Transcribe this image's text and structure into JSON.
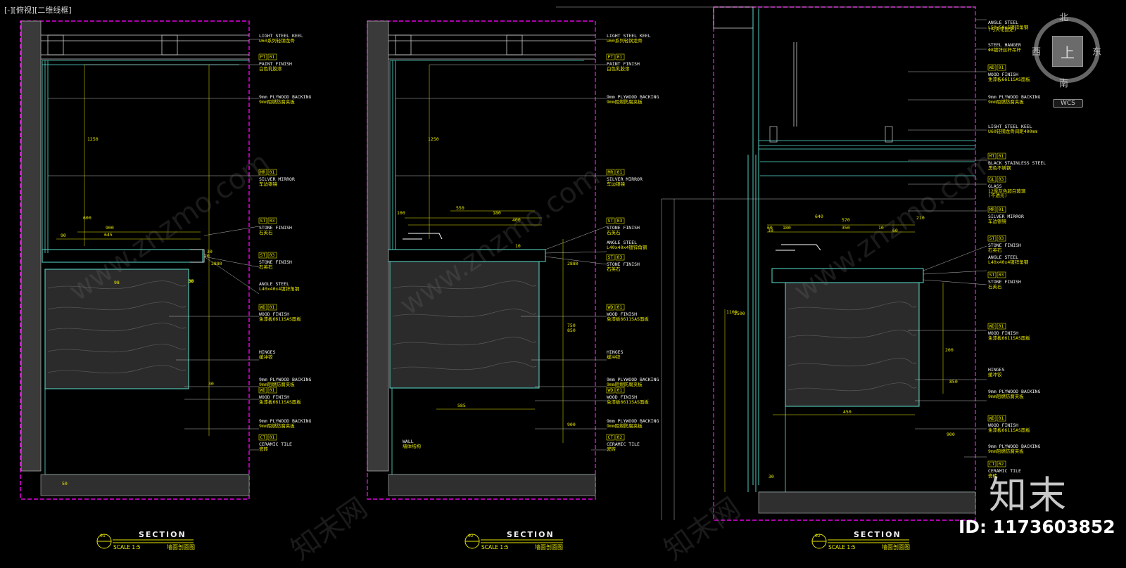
{
  "view_label": "[-][俯视][二维线框]",
  "compass": {
    "north": "北",
    "south": "南",
    "east": "东",
    "west": "西",
    "top_face": "上",
    "wcs": "WCS"
  },
  "watermark": {
    "brand": "知末",
    "id": "ID: 1173603852",
    "site": "www.znzmo.com",
    "cn": "知末网"
  },
  "sections": [
    {
      "number": "01",
      "title": "SECTION",
      "scale": "SCALE 1:5",
      "subtitle": "墙面剖面图",
      "tags": [
        {
          "code": "",
          "num": "",
          "en": "LIGHT STEEL KEEL",
          "cn": "U60系列轻钢龙骨"
        },
        {
          "code": "PT",
          "num": "01",
          "en": "PAINT FINISH",
          "cn": "白色乳胶漆"
        },
        {
          "code": "",
          "num": "",
          "en": "9mm PLYWOOD BACKING",
          "cn": "9mm阻燃防腐夹板"
        },
        {
          "code": "MR",
          "num": "01",
          "en": "SILVER MIRROR",
          "cn": "车边银镜"
        },
        {
          "code": "ST",
          "num": "03",
          "en": "STONE FINISH",
          "cn": "石英石"
        },
        {
          "code": "ST",
          "num": "03",
          "en": "STONE FINISH",
          "cn": "石英石"
        },
        {
          "code": "",
          "num": "",
          "en": "ANGLE STEEL",
          "cn": "L40x40x4镀锌角钢"
        },
        {
          "code": "WD",
          "num": "01",
          "en": "WOOD FINISH",
          "cn": "免漆板6611SAS面板"
        },
        {
          "code": "",
          "num": "",
          "en": "HINGES",
          "cn": "缓冲铰"
        },
        {
          "code": "",
          "num": "",
          "en": "9mm PLYWOOD BACKING",
          "cn": "9mm阻燃防腐夹板"
        },
        {
          "code": "WD",
          "num": "01",
          "en": "WOOD FINISH",
          "cn": "免漆板6611SAS面板"
        },
        {
          "code": "",
          "num": "",
          "en": "9mm PLYWOOD BACKING",
          "cn": "9mm阻燃防腐夹板"
        },
        {
          "code": "CT",
          "num": "01",
          "en": "CERAMIC TILE",
          "cn": "瓷砖"
        }
      ]
    },
    {
      "number": "02",
      "title": "SECTION",
      "scale": "SCALE 1:5",
      "subtitle": "墙面剖面图",
      "tags": [
        {
          "code": "",
          "num": "",
          "en": "LIGHT STEEL KEEL",
          "cn": "U60系列轻钢龙骨"
        },
        {
          "code": "PT",
          "num": "01",
          "en": "PAINT FINISH",
          "cn": "白色乳胶漆"
        },
        {
          "code": "",
          "num": "",
          "en": "9mm PLYWOOD BACKING",
          "cn": "9mm阻燃防腐夹板"
        },
        {
          "code": "MR",
          "num": "01",
          "en": "SILVER MIRROR",
          "cn": "车边银镜"
        },
        {
          "code": "ST",
          "num": "03",
          "en": "STONE FINISH",
          "cn": "石英石"
        },
        {
          "code": "",
          "num": "",
          "en": "ANGLE STEEL",
          "cn": "L40x40x4镀锌角钢"
        },
        {
          "code": "ST",
          "num": "03",
          "en": "STONE FINISH",
          "cn": "石英石"
        },
        {
          "code": "WD",
          "num": "01",
          "en": "WOOD FINISH",
          "cn": "免漆板6611SAS面板"
        },
        {
          "code": "",
          "num": "",
          "en": "HINGES",
          "cn": "缓冲铰"
        },
        {
          "code": "",
          "num": "",
          "en": "9mm PLYWOOD BACKING",
          "cn": "9mm阻燃防腐夹板"
        },
        {
          "code": "WD",
          "num": "01",
          "en": "WOOD FINISH",
          "cn": "免漆板6611SAS面板"
        },
        {
          "code": "",
          "num": "",
          "en": "9mm PLYWOOD BACKING",
          "cn": "9mm阻燃防腐夹板"
        },
        {
          "code": "CT",
          "num": "02",
          "en": "CERAMIC TILE",
          "cn": "瓷砖"
        }
      ],
      "notes": [
        {
          "en": "WALL",
          "cn": "墙体结构"
        }
      ]
    },
    {
      "number": "02",
      "title": "SECTION",
      "scale": "SCALE 1:5",
      "subtitle": "墙面剖面图",
      "tags": [
        {
          "code": "",
          "num": "",
          "en": "ANGLE STEEL",
          "cn": "L50x50x5镀锌角钢"
        },
        {
          "code": "",
          "num": "",
          "en": "",
          "cn": "(与天花固定)"
        },
        {
          "code": "",
          "num": "",
          "en": "STEEL HANGER",
          "cn": "Φ8镀锌丝杆吊杆"
        },
        {
          "code": "WD",
          "num": "01",
          "en": "WOOD FINISH",
          "cn": "免漆板6611SAS面板"
        },
        {
          "code": "",
          "num": "",
          "en": "9mm PLYWOOD BACKING",
          "cn": "9mm阻燃防腐夹板"
        },
        {
          "code": "",
          "num": "",
          "en": "LIGHT STEEL KEEL",
          "cn": "U60轻钢龙骨间距400mm"
        },
        {
          "code": "MT",
          "num": "01",
          "en": "BLACK STAINLESS STEEL",
          "cn": "黑色不锈钢"
        },
        {
          "code": "GL",
          "num": "03",
          "en": "GLASS",
          "cn": "12厚灰色超白玻璃"
        },
        {
          "code": "",
          "num": "",
          "en": "",
          "cn": "(不透光)"
        },
        {
          "code": "MR",
          "num": "01",
          "en": "SILVER MIRROR",
          "cn": "车边银镜"
        },
        {
          "code": "ST",
          "num": "03",
          "en": "STONE FINISH",
          "cn": "石英石"
        },
        {
          "code": "",
          "num": "",
          "en": "ANGLE STEEL",
          "cn": "L40x40x4镀锌角钢"
        },
        {
          "code": "ST",
          "num": "03",
          "en": "STONE FINISH",
          "cn": "石英石"
        },
        {
          "code": "WD",
          "num": "01",
          "en": "WOOD FINISH",
          "cn": "免漆板6611SAS面板"
        },
        {
          "code": "",
          "num": "",
          "en": "HINGES",
          "cn": "缓冲铰"
        },
        {
          "code": "",
          "num": "",
          "en": "9mm PLYWOOD BACKING",
          "cn": "9mm阻燃防腐夹板"
        },
        {
          "code": "WD",
          "num": "01",
          "en": "WOOD FINISH",
          "cn": "免漆板6611SAS面板"
        },
        {
          "code": "",
          "num": "",
          "en": "9mm PLYWOOD BACKING",
          "cn": "9mm阻燃防腐夹板"
        },
        {
          "code": "CT",
          "num": "02",
          "en": "CERAMIC TILE",
          "cn": "瓷砖"
        }
      ]
    }
  ],
  "dimensions": {
    "s1": [
      "600",
      "90",
      "900",
      "1250",
      "30",
      "30",
      "645",
      "30",
      "20",
      "30",
      "98",
      "2880",
      "50"
    ],
    "s2": [
      "100",
      "550",
      "180",
      "400",
      "1250",
      "2880",
      "750",
      "10",
      "585",
      "900",
      "850"
    ],
    "s3": [
      "640",
      "570",
      "60",
      "180",
      "350",
      "10",
      "1100",
      "2500",
      "30",
      "210",
      "200",
      "450",
      "900",
      "850",
      "60",
      "10"
    ]
  }
}
